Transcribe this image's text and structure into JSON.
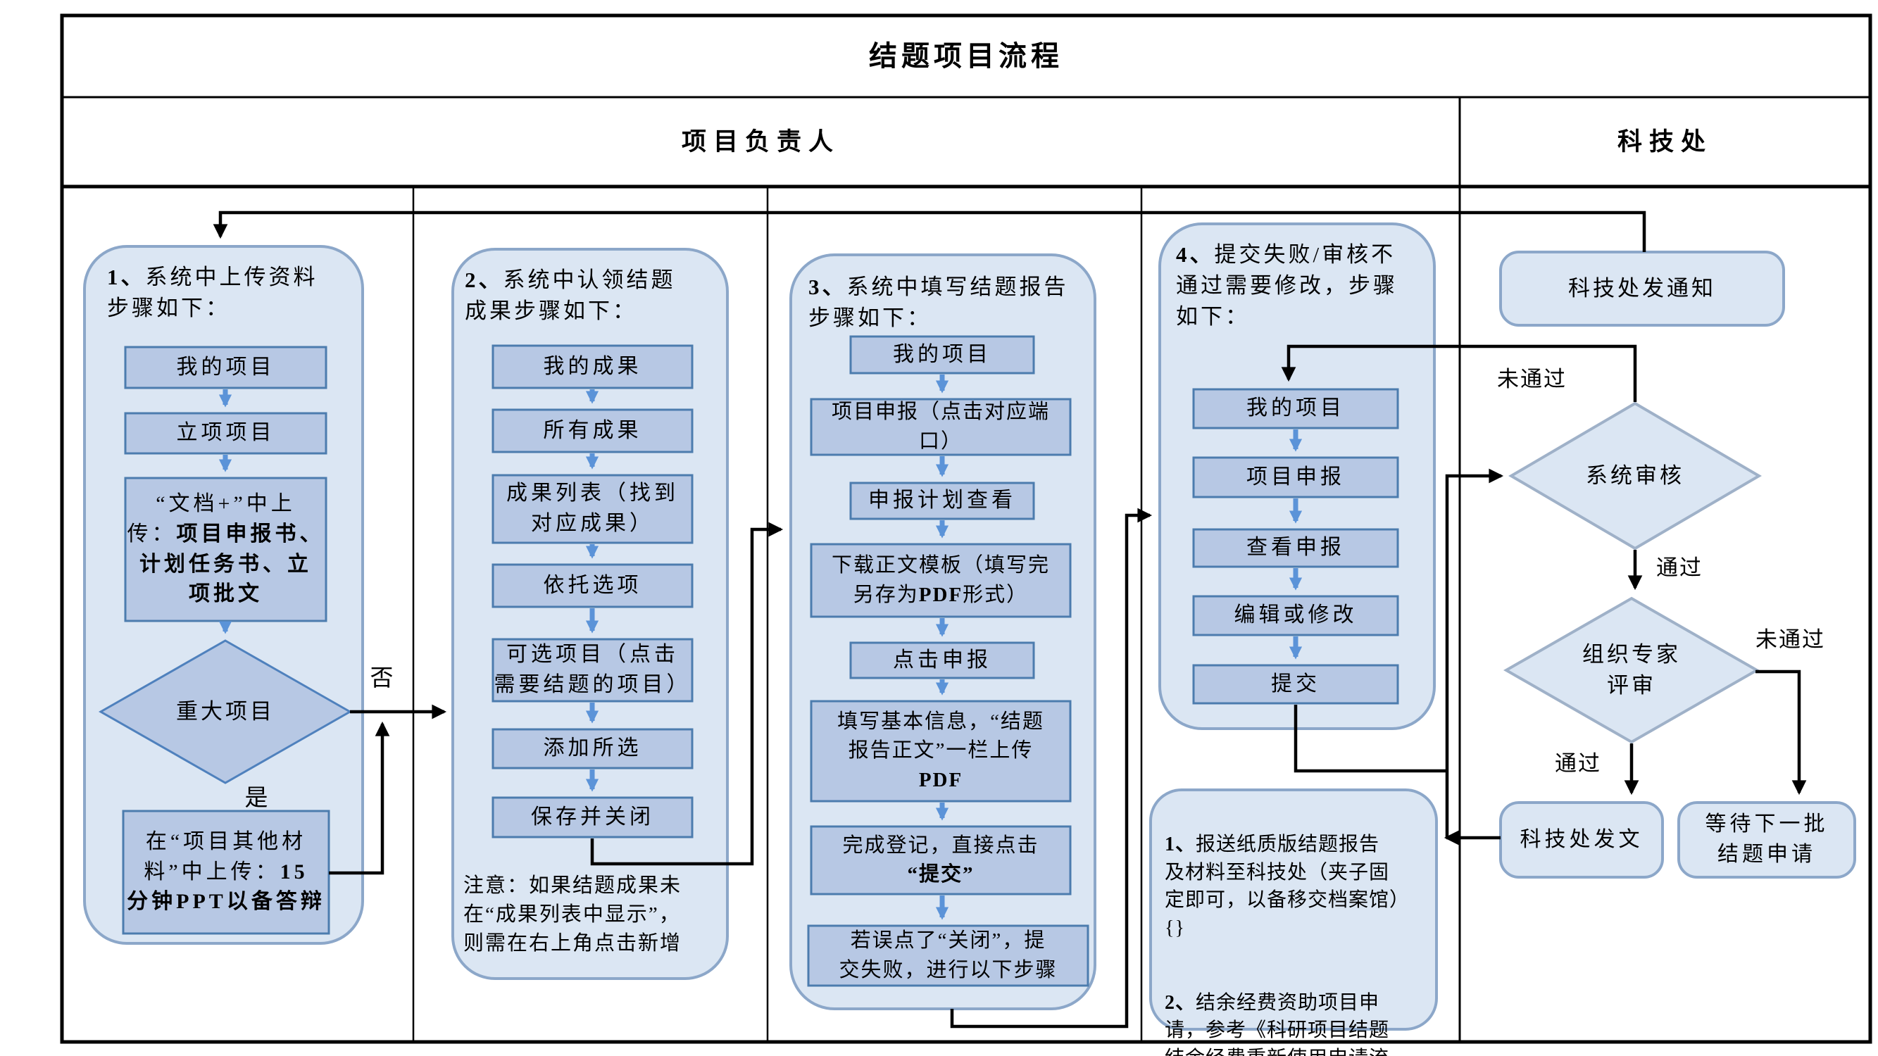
{
  "title": "结题项目流程",
  "lanes": {
    "left": "项目负责人",
    "right": "科技处"
  },
  "col1": {
    "num": "1、",
    "heading": "系统中上传资料\n步骤如下：",
    "box1": "我的项目",
    "box2": "立项项目",
    "doc_pre": "“文档+”中上\n传：",
    "doc_bold": "项目申报书、\n计划任务书、立\n项批文",
    "diamond": "重大项目",
    "no_label": "否",
    "yes_label": "是",
    "ppt_pre": "在“项目其他材\n料”中上传：",
    "ppt_bold": "15\n分钟PPT以备答辩"
  },
  "col2": {
    "num": "2、",
    "heading": "系统中认领结题\n成果步骤如下：",
    "boxes": [
      "我的成果",
      "所有成果",
      "成果列表（找到\n对应成果）",
      "依托选项",
      "可选项目（点击\n需要结题的项目）",
      "添加所选",
      "保存并关闭"
    ],
    "note": "注意：如果结题成果未\n在“成果列表中显示”，\n则需在右上角点击新增"
  },
  "col3": {
    "num": "3、",
    "heading": "系统中填写结题报告\n步骤如下：",
    "box1": "我的项目",
    "box2": "项目申报（点击对应端\n口）",
    "box3": "申报计划查看",
    "box4_pre": "下载正文模板（填写完\n另存为",
    "box4_bold": "PDF",
    "box4_post": "形式）",
    "box5": "点击申报",
    "box6_pre": "填写基本信息，“结题\n报告正文”一栏上传\n",
    "box6_bold": "PDF",
    "box7_pre": "完成登记，直接点击\n",
    "box7_bold": "“提交”",
    "box8": "若误点了“关闭”，提\n交失败，进行以下步骤"
  },
  "col4": {
    "num": "4、",
    "heading": "提交失败/审核不\n通过需要修改，步骤\n如下：",
    "boxes": [
      "我的项目",
      "项目申报",
      "查看申报",
      "编辑或修改",
      "提交"
    ]
  },
  "right": {
    "notice": "科技处发通知",
    "sys_review": "系统审核",
    "fail1": "未通过",
    "pass1": "通过",
    "expert_review": "组织专家\n评审",
    "pass2": "通过",
    "fail2": "未通过",
    "fawen": "科技处发文",
    "wait": "等待下一批\n结题申请"
  },
  "notes": {
    "n1_num": "1、",
    "n1": "报送纸质版结题报告\n及材料至科技处（夹子固\n定即可，以备移交档案馆）",
    "n2_num": "2、",
    "n2": "结余经费资助项目申\n请，参考《科研项目结题\n结余经费重新使用申请流\n程》"
  },
  "colors": {
    "box_fill": "#b7c8e4",
    "box_stroke": "#4c7cae",
    "container_fill": "#dbe6f3",
    "container_stroke": "#8ca7c9",
    "arrow_blue": "#5b93d8",
    "line_black": "#000000"
  }
}
